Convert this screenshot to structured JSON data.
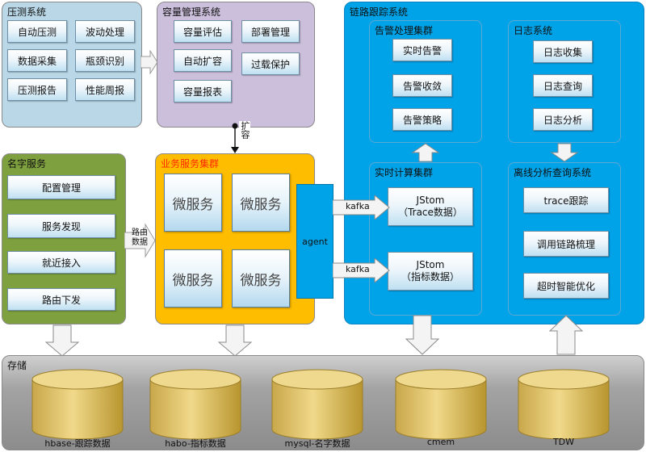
{
  "pressure": {
    "title": "压测系统",
    "items": [
      "自动压测",
      "波动处理",
      "数据采集",
      "瓶颈识别",
      "压测报告",
      "性能周报"
    ]
  },
  "capacity": {
    "title": "容量管理系统",
    "items": [
      "容量评估",
      "部署管理",
      "自动扩容",
      "过载保护",
      "容量报表"
    ],
    "connector_label": "扩容"
  },
  "naming": {
    "title": "名字服务",
    "items": [
      "配置管理",
      "服务发现",
      "就近接入",
      "路由下发"
    ],
    "route_label": "路由数据"
  },
  "business": {
    "title": "业务服务集群",
    "micro": [
      "微服务",
      "微服务",
      "微服务",
      "微服务"
    ],
    "agent": "agent"
  },
  "trace": {
    "title": "链路跟踪系统",
    "alarm": {
      "title": "告警处理集群",
      "items": [
        "实时告警",
        "告警收敛",
        "告警策略"
      ]
    },
    "log": {
      "title": "日志系统",
      "items": [
        "日志收集",
        "日志查询",
        "日志分析"
      ]
    },
    "realtime": {
      "title": "实时计算集群",
      "jstom1": [
        "JStom",
        "（Trace数据）"
      ],
      "jstom2": [
        "JStom",
        "（指标数据）"
      ]
    },
    "offline": {
      "title": "离线分析查询系统",
      "items": [
        "trace跟踪",
        "调用链路梳理",
        "超时智能优化"
      ]
    },
    "kafka": [
      "kafka",
      "kafka"
    ]
  },
  "storage": {
    "title": "存储",
    "dbs": [
      "hbase-跟踪数据",
      "habo-指标数据",
      "mysql-名字数据",
      "cmem",
      "TDW"
    ]
  },
  "colors": {
    "pressure_bg": "#b9d7e6",
    "capacity_bg": "#cbbfdb",
    "naming_bg": "#7ea03e",
    "business_bg": "#ffbd00",
    "trace_bg": "#00a2e8",
    "storage_bg": "#9a9a9a",
    "title_red": "#ff2a00"
  }
}
